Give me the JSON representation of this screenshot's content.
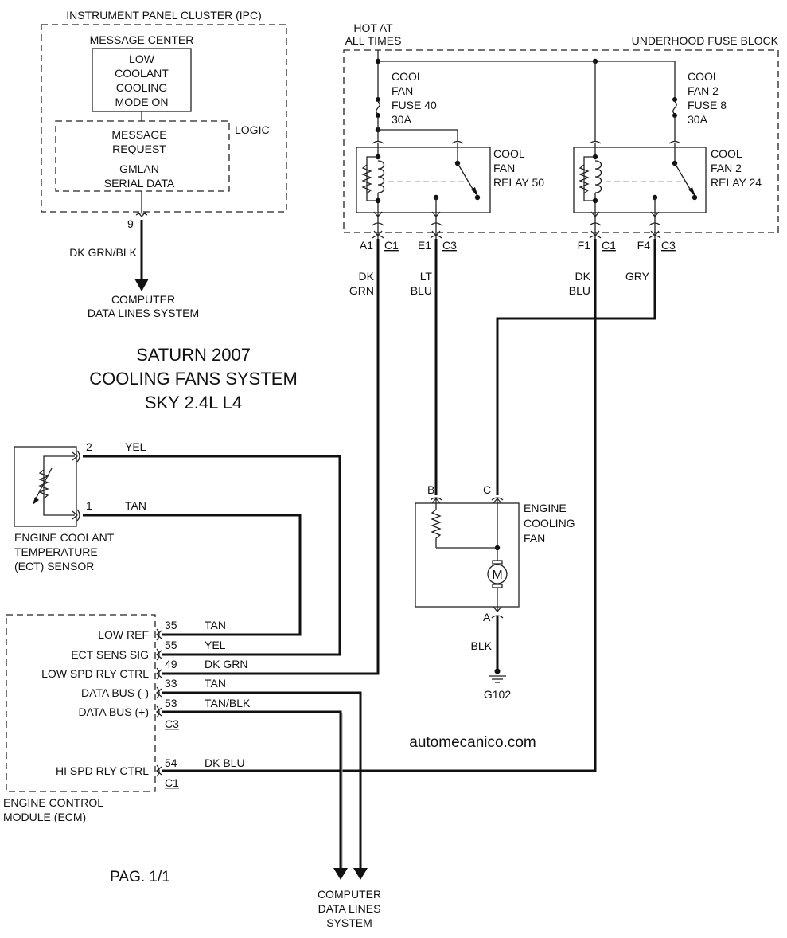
{
  "title": {
    "line1": "SATURN 2007",
    "line2": "COOLING FANS SYSTEM",
    "line3": "SKY 2.4L L4"
  },
  "watermark": "automecanico.com",
  "page": "PAG. 1/1",
  "ipc": {
    "title": "INSTRUMENT PANEL CLUSTER (IPC)",
    "message_center_label": "MESSAGE CENTER",
    "message_lines": [
      "LOW",
      "COOLANT",
      "COOLING",
      "MODE ON"
    ],
    "logic_label": "LOGIC",
    "logic_lines": [
      "MESSAGE",
      "REQUEST",
      "GMLAN",
      "SERIAL DATA"
    ],
    "pin": "9",
    "wire": "DK GRN/BLK",
    "dest_lines": [
      "COMPUTER",
      "DATA LINES SYSTEM"
    ]
  },
  "fuse_block": {
    "hot_lines": [
      "HOT AT",
      "ALL TIMES"
    ],
    "title": "UNDERHOOD FUSE BLOCK",
    "fuse40_lines": [
      "COOL",
      "FAN",
      "FUSE 40",
      "30A"
    ],
    "fuse8_lines": [
      "COOL",
      "FAN 2",
      "FUSE 8",
      "30A"
    ],
    "relay50_lines": [
      "COOL",
      "FAN",
      "RELAY 50"
    ],
    "relay24_lines": [
      "COOL",
      "FAN 2",
      "RELAY 24"
    ],
    "connectors": [
      {
        "pin": "A1",
        "conn": "C1",
        "wire_lines": [
          "DK",
          "GRN"
        ]
      },
      {
        "pin": "E1",
        "conn": "C3",
        "wire_lines": [
          "LT",
          "BLU"
        ]
      },
      {
        "pin": "F1",
        "conn": "C1",
        "wire_lines": [
          "DK",
          "BLU"
        ]
      },
      {
        "pin": "F4",
        "conn": "C3",
        "wire_lines": [
          "GRY"
        ]
      }
    ]
  },
  "ect": {
    "label_lines": [
      "ENGINE COOLANT",
      "TEMPERATURE",
      "(ECT) SENSOR"
    ],
    "pins": [
      {
        "pin": "2",
        "wire": "YEL"
      },
      {
        "pin": "1",
        "wire": "TAN"
      }
    ]
  },
  "fan": {
    "label_lines": [
      "ENGINE",
      "COOLING",
      "FAN"
    ],
    "pin_b": "B",
    "pin_c": "C",
    "pin_a": "A",
    "motor": "M",
    "ground_wire": "BLK",
    "ground": "G102"
  },
  "ecm": {
    "label_lines": [
      "ENGINE CONTROL",
      "MODULE (ECM)"
    ],
    "pins": [
      {
        "label": "LOW REF",
        "pin": "35",
        "wire": "TAN"
      },
      {
        "label": "ECT SENS SIG",
        "pin": "55",
        "wire": "YEL"
      },
      {
        "label": "LOW SPD RLY CTRL",
        "pin": "49",
        "wire": "DK GRN"
      },
      {
        "label": "DATA BUS (-)",
        "pin": "33",
        "wire": "TAN"
      },
      {
        "label": "DATA BUS (+)",
        "pin": "53",
        "wire": "TAN/BLK"
      },
      {
        "label": "HI SPD RLY CTRL",
        "pin": "54",
        "wire": "DK BLU"
      }
    ],
    "conn_c3": "C3",
    "conn_c1": "C1",
    "dest_lines": [
      "COMPUTER",
      "DATA LINES",
      "SYSTEM"
    ]
  }
}
